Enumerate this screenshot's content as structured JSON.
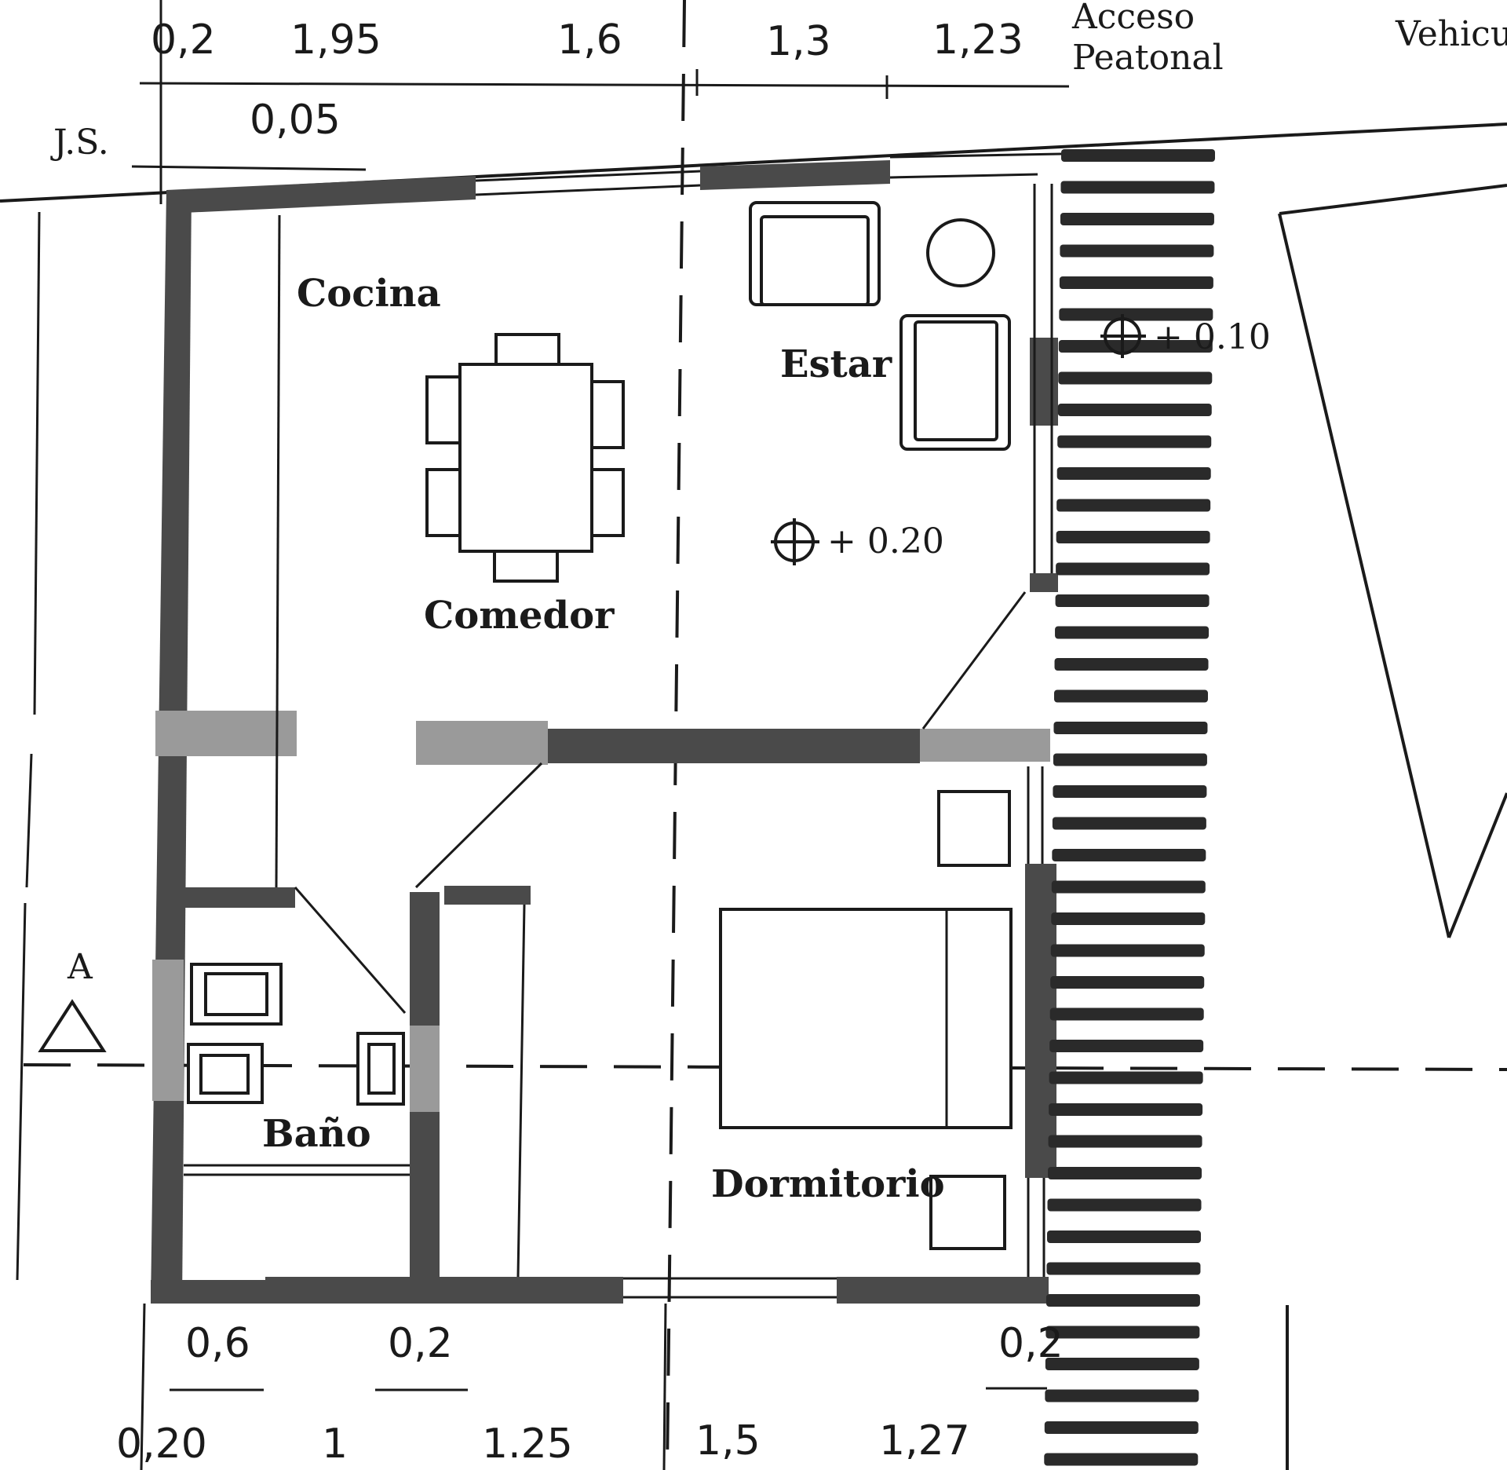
{
  "top_dimensions": [
    "0,2",
    "1,95",
    "1,6",
    "1,3",
    "1,23"
  ],
  "top_sub_dimension": "0,05",
  "setback_label": "J.S.",
  "pedestrian_access": {
    "line1": "Acceso",
    "line2": "Peatonal"
  },
  "vehicular_access": {
    "line1": "Vehicu"
  },
  "rooms": {
    "kitchen": "Cocina",
    "dining": "Comedor",
    "living": "Estar",
    "bath": "Baño",
    "bedroom": "Dormitorio"
  },
  "levels": {
    "interior": "+ 0.20",
    "exterior": "+ 0.10"
  },
  "section_marker": "A",
  "bottom_sub_dimensions": [
    "0,6",
    "0,2",
    "0,2"
  ],
  "bottom_dimensions": [
    "0,20",
    "1",
    "1.25",
    "1,5",
    "1,27"
  ]
}
